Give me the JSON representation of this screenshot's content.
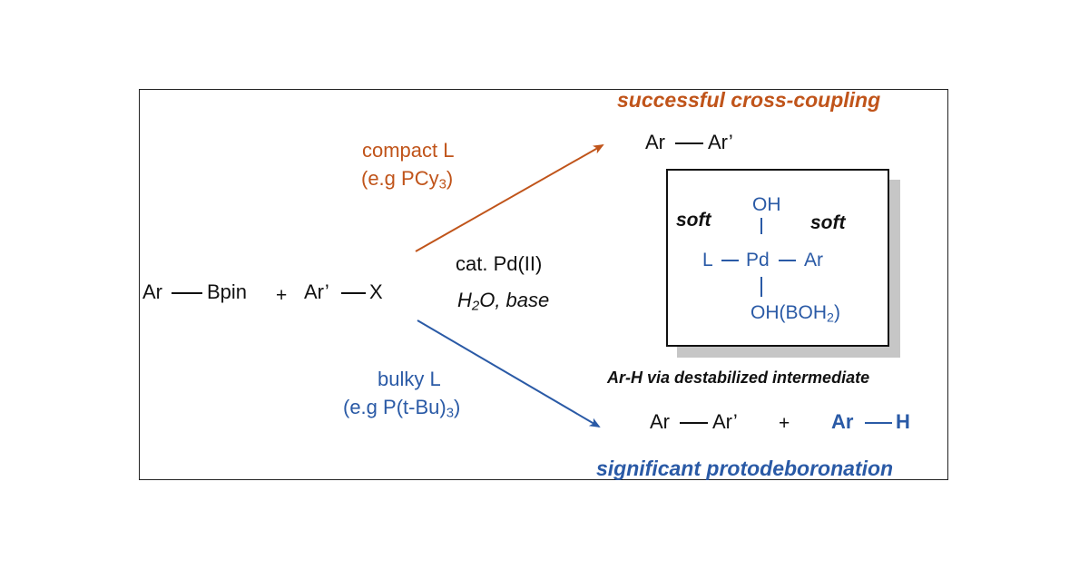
{
  "header": {
    "success_label": "successful cross-coupling",
    "failure_label": "significant protodeboronation"
  },
  "reactants": {
    "ar": "Ar",
    "bpin": "Bpin",
    "plus": "+",
    "ar_prime": "Ar’",
    "x": "X"
  },
  "conditions": {
    "catalyst": "cat. Pd(II)",
    "solvent_base_pre": "H",
    "solvent_base_sub": "2",
    "solvent_base_post": "O, base"
  },
  "upper_path": {
    "ligand": "compact L",
    "example_pre": "(e.g PCy",
    "example_sub": "3",
    "example_post": ")",
    "product_left": "Ar",
    "product_right": "Ar’"
  },
  "lower_path": {
    "ligand": "bulky L",
    "example_pre": "(e.g P(t-Bu)",
    "example_sub": "3",
    "example_post": ")",
    "product_left": "Ar",
    "product_right": "Ar’",
    "plus": "+",
    "side_left": "Ar",
    "side_right": "H"
  },
  "intermediate": {
    "oh_top": "OH",
    "soft_left": "soft",
    "soft_right": "soft",
    "l": "L",
    "pd": "Pd",
    "ar": "Ar",
    "oh_bottom_pre": "OH(BOH",
    "oh_bottom_sub": "2",
    "oh_bottom_post": ")",
    "caption": "Ar-H via destabilized intermediate"
  },
  "colors": {
    "orange": "#c0541a",
    "blue": "#2a5aa6",
    "black": "#111111",
    "shadow": "#c6c6c6"
  }
}
